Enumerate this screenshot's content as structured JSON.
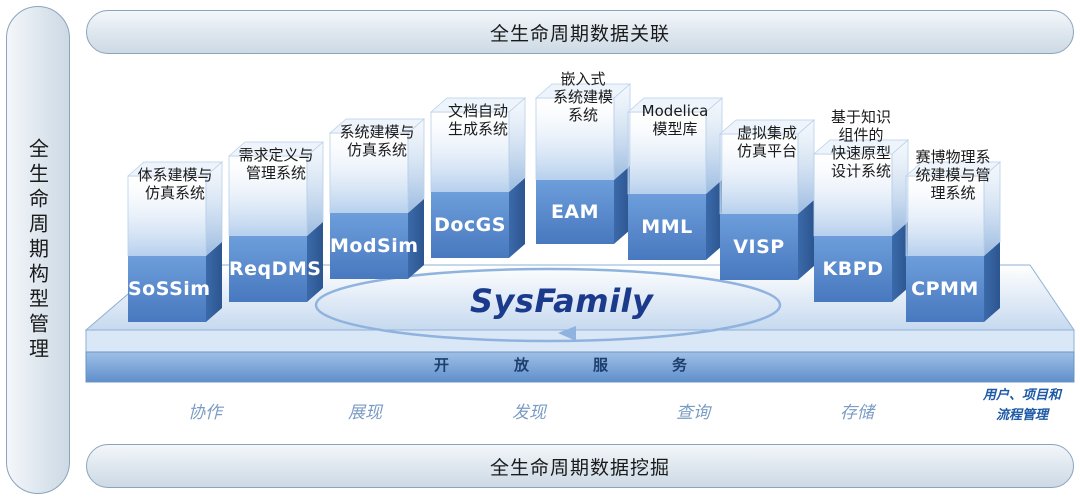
{
  "top_bar": "全生命周期数据关联",
  "bottom_bar": "全生命周期数据挖掘",
  "left_bar": "全生命周期构型管理",
  "brand": "SysFamily",
  "service_chars": [
    "开",
    "放",
    "服",
    "务"
  ],
  "functions": [
    "协作",
    "展现",
    "发现",
    "查询",
    "存储"
  ],
  "function_last": "用户、项目和\n流程管理",
  "systems": [
    {
      "code": "SoSSim",
      "caption": "体系建模与\n仿真系统"
    },
    {
      "code": "ReqDMS",
      "caption": "需求定义与\n管理系统"
    },
    {
      "code": "ModSim",
      "caption": "系统建模与\n仿真系统"
    },
    {
      "code": "DocGS",
      "caption": "文档自动\n生成系统"
    },
    {
      "code": "EAM",
      "caption": "嵌入式\n系统建模\n系统"
    },
    {
      "code": "MML",
      "caption": "Modelica\n模型库"
    },
    {
      "code": "VISP",
      "caption": "虚拟集成\n仿真平台"
    },
    {
      "code": "KBPD",
      "caption": "基于知识\n组件的\n快速原型\n设计系统"
    },
    {
      "code": "CPMM",
      "caption": "赛博物理系\n统建模与管\n理系统"
    }
  ],
  "colors": {
    "box_front": "#5b8fd0",
    "box_side": "#3a6db0",
    "platform": "#bcd3ee",
    "brand": "#1b3a8c",
    "function_text": "#7a9cc4"
  }
}
